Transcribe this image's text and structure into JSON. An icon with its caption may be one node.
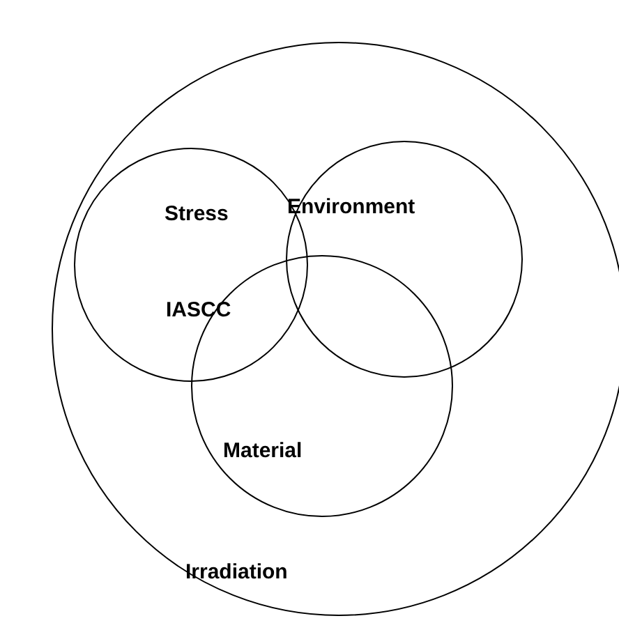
{
  "diagram": {
    "nodes": [
      {
        "text": [
          "Irradiation"
        ]
      },
      {
        "text": [
          "Stress"
        ],
        "in": 0
      },
      {
        "text": [
          "Environment"
        ],
        "in": 0
      },
      {
        "text": [
          "Material"
        ],
        "in": 0
      }
    ],
    "labels": [
      "IASCC"
    ]
  }
}
